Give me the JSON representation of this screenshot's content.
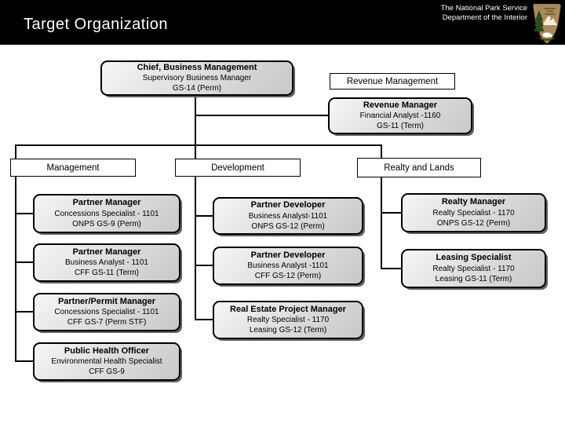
{
  "header": {
    "title": "Target Organization",
    "agency_line1": "The National Park Service",
    "agency_line2": "Department of the Interior",
    "logo_icon": "nps-arrowhead-logo"
  },
  "colors": {
    "header_bg": "#000000",
    "header_text": "#ffffff",
    "box_border": "#000000",
    "box_fill_light": "#f6f6f6",
    "box_fill_dark": "#c8c8c8",
    "box_shadow": "#5f5f5f",
    "connector": "#000000",
    "logo_tan": "#a98a5a",
    "logo_green": "#2d4a1e"
  },
  "org": {
    "root": {
      "title": "Chief, Business Management",
      "line2": "Supervisory Business Manager",
      "line3": "GS-14 (Perm)"
    },
    "revenue_label": "Revenue Management",
    "revenue": {
      "title": "Revenue Manager",
      "line2": "Financial Analyst -1160",
      "line3": "GS-11 (Term)"
    },
    "columns": [
      {
        "label": "Management",
        "boxes": [
          {
            "title": "Partner Manager",
            "line2": "Concessions Specialist - 1101",
            "line3": "ONPS GS-9 (Perm)"
          },
          {
            "title": "Partner Manager",
            "line2": "Business Analyst - 1101",
            "line3": "CFF GS-11 (Term)"
          },
          {
            "title": "Partner/Permit Manager",
            "line2": "Concessions Specialist  - 1101",
            "line3": "CFF GS-7 (Perm STF)"
          },
          {
            "title": "Public Health Officer",
            "line2": "Environmental Health Specialist",
            "line3": "CFF GS-9"
          }
        ]
      },
      {
        "label": "Development",
        "boxes": [
          {
            "title": "Partner Developer",
            "line2": "Business Analyst-1101",
            "line3": "ONPS GS-12 (Perm)"
          },
          {
            "title": "Partner Developer",
            "line2": "Business Analyst -1101",
            "line3": "CFF GS-12 (Perm)"
          },
          {
            "title": "Real Estate Project Manager",
            "line2": "Realty Specialist - 1170",
            "line3": "Leasing GS-12 (Term)"
          }
        ]
      },
      {
        "label": "Realty and Lands",
        "boxes": [
          {
            "title": "Realty Manager",
            "line2": "Realty Specialist - 1170",
            "line3": "ONPS GS-12 (Perm)"
          },
          {
            "title": "Leasing Specialist",
            "line2": "Realty Specialist - 1170",
            "line3": "Leasing GS-11 (Term)"
          }
        ]
      }
    ]
  }
}
